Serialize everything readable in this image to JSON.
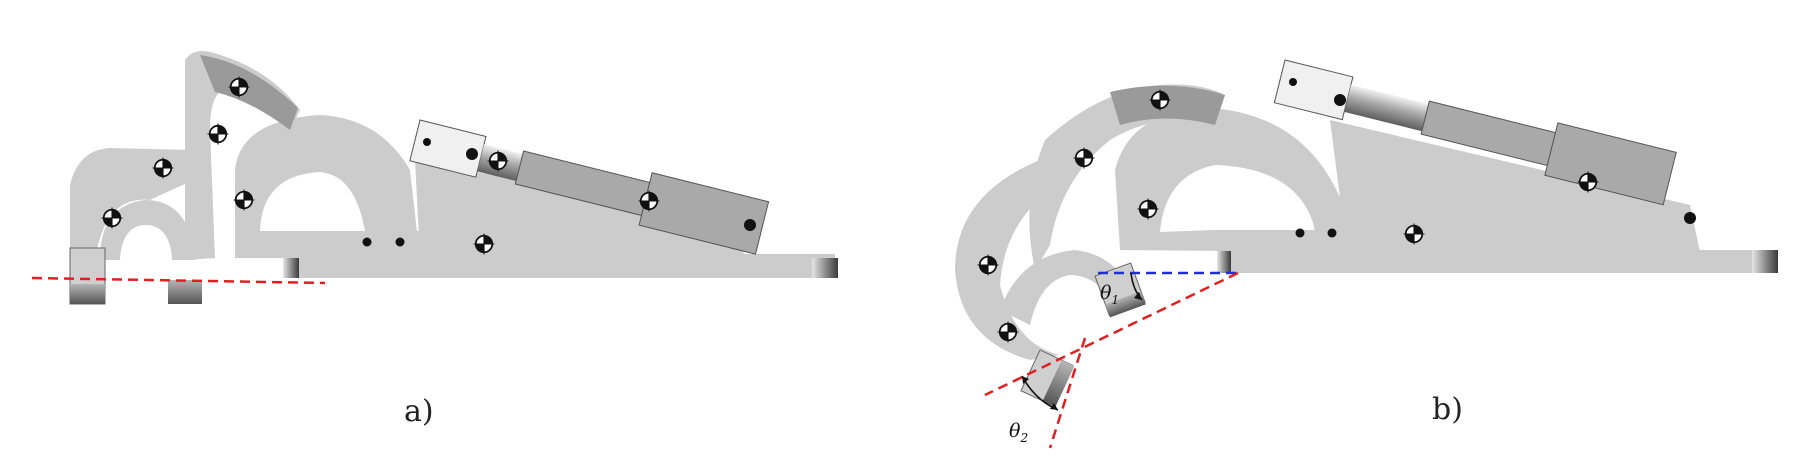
{
  "panels": [
    {
      "label": "a)"
    },
    {
      "label": "b)"
    }
  ],
  "angles": {
    "theta1": {
      "symbol": "θ",
      "sub": "1"
    },
    "theta2": {
      "symbol": "θ",
      "sub": "2"
    }
  },
  "colors": {
    "body": "#cccccc",
    "body_dark": "#8c8c8c",
    "actuator": "#a9a9a9",
    "red_line": "#e02020",
    "blue_line": "#1f2fd0"
  }
}
